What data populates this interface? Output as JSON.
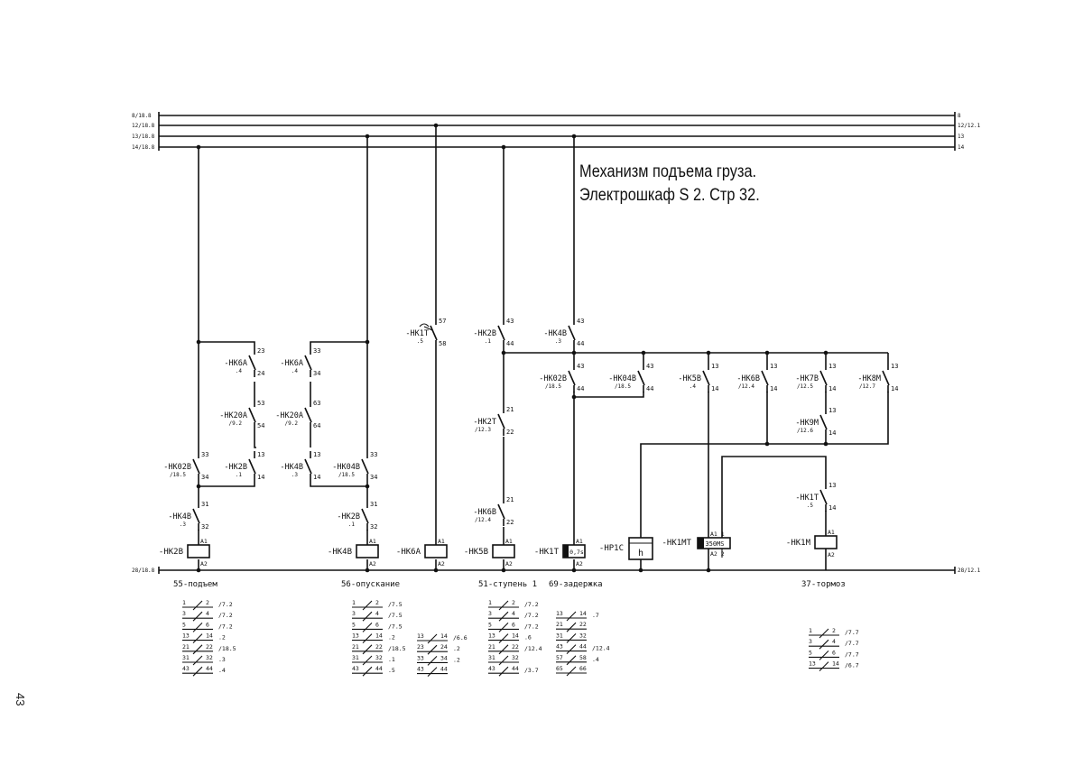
{
  "title": {
    "line1": "Механизм подъема груза.",
    "line2": "Электрошкаф S 2. Стр 32."
  },
  "page_number": "43",
  "buses": [
    {
      "left": "8/18.8",
      "right": "8"
    },
    {
      "left": "12/18.8",
      "right": "12/12.1"
    },
    {
      "left": "13/18.8",
      "right": "13"
    },
    {
      "left": "14/18.8",
      "right": "14"
    }
  ],
  "bottom_bus": {
    "left": "28/18.8",
    "right": "28/12.1"
  },
  "circuit_labels": [
    "55-подъем",
    "56-опускание",
    "51-ступень 1",
    "69-задержка",
    "37-тормоз"
  ],
  "contacts": [
    {
      "id": "c1",
      "name": "-HK6A",
      "ref": ".4",
      "t1": "23",
      "t2": "24"
    },
    {
      "id": "c2",
      "name": "-HK20A",
      "ref": "/9.2",
      "t1": "53",
      "t2": "54"
    },
    {
      "id": "c3",
      "name": "-HK02B",
      "ref": "/18.5",
      "t1": "33",
      "t2": "34"
    },
    {
      "id": "c4",
      "name": "-HK2B",
      "ref": ".1",
      "t1": "13",
      "t2": "14"
    },
    {
      "id": "c5",
      "name": "-HK4B",
      "ref": ".3",
      "t1": "31",
      "t2": "32"
    },
    {
      "id": "c6",
      "name": "-HK6A",
      "ref": ".4",
      "t1": "33",
      "t2": "34"
    },
    {
      "id": "c7",
      "name": "-HK20A",
      "ref": "/9.2",
      "t1": "63",
      "t2": "64"
    },
    {
      "id": "c8",
      "name": "-HK4B",
      "ref": ".3",
      "t1": "13",
      "t2": "14"
    },
    {
      "id": "c9",
      "name": "-HK04B",
      "ref": "/18.5",
      "t1": "33",
      "t2": "34"
    },
    {
      "id": "c10",
      "name": "-HK2B",
      "ref": ".1",
      "t1": "31",
      "t2": "32"
    },
    {
      "id": "c11",
      "name": "-HK1T",
      "ref": ".5",
      "t1": "57",
      "t2": "58"
    },
    {
      "id": "c12",
      "name": "-HK2B",
      "ref": ".1",
      "t1": "43",
      "t2": "44"
    },
    {
      "id": "c13",
      "name": "-HK2T",
      "ref": "/12.3",
      "t1": "21",
      "t2": "22"
    },
    {
      "id": "c14",
      "name": "-HK6B",
      "ref": "/12.4",
      "t1": "21",
      "t2": "22"
    },
    {
      "id": "c15",
      "name": "-HK4B",
      "ref": ".3",
      "t1": "43",
      "t2": "44"
    },
    {
      "id": "c16",
      "name": "-HK02B",
      "ref": "/18.5",
      "t1": "43",
      "t2": "44"
    },
    {
      "id": "c17",
      "name": "-HK04B",
      "ref": "/18.5",
      "t1": "43",
      "t2": "44"
    },
    {
      "id": "c18",
      "name": "-HK5B",
      "ref": ".4",
      "t1": "13",
      "t2": "14"
    },
    {
      "id": "c19",
      "name": "-HK6B",
      "ref": "/12.4",
      "t1": "13",
      "t2": "14"
    },
    {
      "id": "c20",
      "name": "-HK7B",
      "ref": "/12.5",
      "t1": "13",
      "t2": "14"
    },
    {
      "id": "c21",
      "name": "-HK8M",
      "ref": "/12.7",
      "t1": "13",
      "t2": "14"
    },
    {
      "id": "c22",
      "name": "-HK9M",
      "ref": "/12.6",
      "t1": "13",
      "t2": "14"
    },
    {
      "id": "c23",
      "name": "-HK1T",
      "ref": ".5",
      "t1": "13",
      "t2": "14"
    }
  ],
  "coils": [
    {
      "id": "k1",
      "name": "-HK2B",
      "a1": "A1",
      "a2": "A2",
      "text": ""
    },
    {
      "id": "k2",
      "name": "-HK4B",
      "a1": "A1",
      "a2": "A2",
      "text": ""
    },
    {
      "id": "k3",
      "name": "-HK6A",
      "a1": "A1",
      "a2": "A2",
      "text": ""
    },
    {
      "id": "k4",
      "name": "-HK5B",
      "a1": "A1",
      "a2": "A2",
      "text": ""
    },
    {
      "id": "k5",
      "name": "-HK1T",
      "a1": "A1",
      "a2": "A2",
      "text": "0,7s"
    },
    {
      "id": "k6",
      "name": "-HP1C",
      "a1": "",
      "a2": "",
      "text": "h"
    },
    {
      "id": "k7",
      "name": "-HK1MT",
      "a1": "A1 1",
      "a2": "A2 2",
      "text": "350MS"
    },
    {
      "id": "k8",
      "name": "-HK1M",
      "a1": "A1",
      "a2": "A2",
      "text": ""
    }
  ],
  "xref_tables": [
    {
      "id": "x1",
      "rows": [
        {
          "t": "1 2",
          "r": "/7.2"
        },
        {
          "t": "3 4",
          "r": "/7.2"
        },
        {
          "t": "5 6",
          "r": "/7.2"
        },
        {
          "t": "13 14",
          "r": ".2"
        },
        {
          "t": "21 22",
          "r": "/18.5"
        },
        {
          "t": "31 32",
          "r": ".3"
        },
        {
          "t": "43 44",
          "r": ".4"
        }
      ]
    },
    {
      "id": "x2",
      "rows": [
        {
          "t": "1 2",
          "r": "/7.5"
        },
        {
          "t": "3 4",
          "r": "/7.5"
        },
        {
          "t": "5 6",
          "r": "/7.5"
        },
        {
          "t": "13 14",
          "r": ".2"
        },
        {
          "t": "21 22",
          "r": "/18.5"
        },
        {
          "t": "31 32",
          "r": ".1"
        },
        {
          "t": "43 44",
          "r": ".5"
        }
      ]
    },
    {
      "id": "x3",
      "rows": [
        {
          "t": "13 14",
          "r": "/6.6"
        },
        {
          "t": "23 24",
          "r": ".2"
        },
        {
          "t": "33 34",
          "r": ".2"
        },
        {
          "t": "43 44",
          "r": ""
        }
      ]
    },
    {
      "id": "x4",
      "rows": [
        {
          "t": "1 2",
          "r": "/7.2"
        },
        {
          "t": "3 4",
          "r": "/7.2"
        },
        {
          "t": "5 6",
          "r": "/7.2"
        },
        {
          "t": "13 14",
          "r": ".6"
        },
        {
          "t": "21 22",
          "r": "/12.4"
        },
        {
          "t": "31 32",
          "r": ""
        },
        {
          "t": "43 44",
          "r": "/3.7"
        }
      ]
    },
    {
      "id": "x5",
      "rows": [
        {
          "t": "13 14",
          "r": ".7"
        },
        {
          "t": "21 22",
          "r": ""
        },
        {
          "t": "31 32",
          "r": ""
        },
        {
          "t": "43 44",
          "r": "/12.4"
        },
        {
          "t": "57 58",
          "r": ".4"
        },
        {
          "t": "65 66",
          "r": ""
        }
      ]
    },
    {
      "id": "x6",
      "rows": [
        {
          "t": "1 2",
          "r": "/7.7"
        },
        {
          "t": "3 4",
          "r": "/7.7"
        },
        {
          "t": "5 6",
          "r": "/7.7"
        },
        {
          "t": "13 14",
          "r": "/6.7"
        }
      ]
    }
  ]
}
